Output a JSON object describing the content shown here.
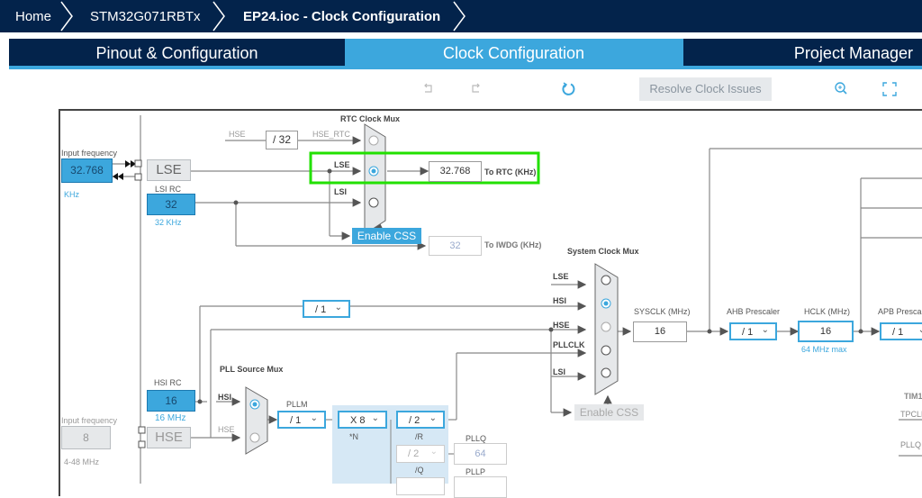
{
  "breadcrumbs": [
    "Home",
    "STM32G071RBTx",
    "EP24.ioc - Clock Configuration"
  ],
  "tabs": [
    {
      "label": "Pinout & Configuration",
      "active": false
    },
    {
      "label": "Clock Configuration",
      "active": true
    },
    {
      "label": "Project Manager",
      "active": false
    }
  ],
  "toolbar": {
    "undo_icon": "undo-icon",
    "redo_icon": "redo-icon",
    "refresh_icon": "refresh-icon",
    "resolve_label": "Resolve Clock Issues",
    "zoom_icon": "zoom-in-icon",
    "fit_icon": "fit-screen-icon"
  },
  "lse": {
    "input_label": "Input frequency",
    "input_value": "32.768",
    "input_unit": "KHz",
    "block_label": "LSE"
  },
  "lsi": {
    "title": "LSI RC",
    "value": "32",
    "unit": "32 KHz"
  },
  "rtc_mux": {
    "title": "RTC Clock Mux",
    "hse_label": "HSE",
    "hse_div": "/ 32",
    "hse_rtc_label": "HSE_RTC",
    "lse_label": "LSE",
    "lsi_label": "LSI",
    "selected": "LSE",
    "output_value": "32.768",
    "output_label": "To RTC (KHz)",
    "enable_css": "Enable CSS",
    "iwdg_value": "32",
    "iwdg_label": "To IWDG (KHz)"
  },
  "hsi": {
    "title": "HSI RC",
    "value": "16",
    "unit": "16 MHz",
    "div": "/ 1"
  },
  "hse": {
    "input_label": "Input frequency",
    "input_value": "8",
    "range": "4-48 MHz",
    "block_label": "HSE"
  },
  "pll_mux": {
    "title": "PLL Source Mux",
    "hsi_label": "HSI",
    "hse_label": "HSE",
    "selected": "HSI"
  },
  "pll": {
    "pllm_label": "PLLM",
    "pllm_value": "/ 1",
    "n_value": "X 8",
    "n_label": "*N",
    "r_value": "/ 2",
    "r_label": "/R",
    "q_value": "/ 2",
    "q_label": "/Q",
    "pllq_label": "PLLQ",
    "pllq_value": "64",
    "pllp_label": "PLLP"
  },
  "sys_mux": {
    "title": "System Clock Mux",
    "inputs": [
      "LSE",
      "HSI",
      "HSE",
      "PLLCLK",
      "LSI"
    ],
    "selected": "HSI",
    "enable_css": "Enable CSS"
  },
  "sysclk": {
    "label": "SYSCLK (MHz)",
    "value": "16"
  },
  "ahb": {
    "label": "AHB Prescaler",
    "value": "/ 1"
  },
  "hclk": {
    "label": "HCLK (MHz)",
    "value": "16",
    "max": "64 MHz max"
  },
  "apb": {
    "label": "APB Prescaler",
    "value": "/ 1"
  },
  "right_labels": {
    "tim": "TIM1",
    "tpclk": "TPCLK",
    "pllq": "PLLQ"
  }
}
